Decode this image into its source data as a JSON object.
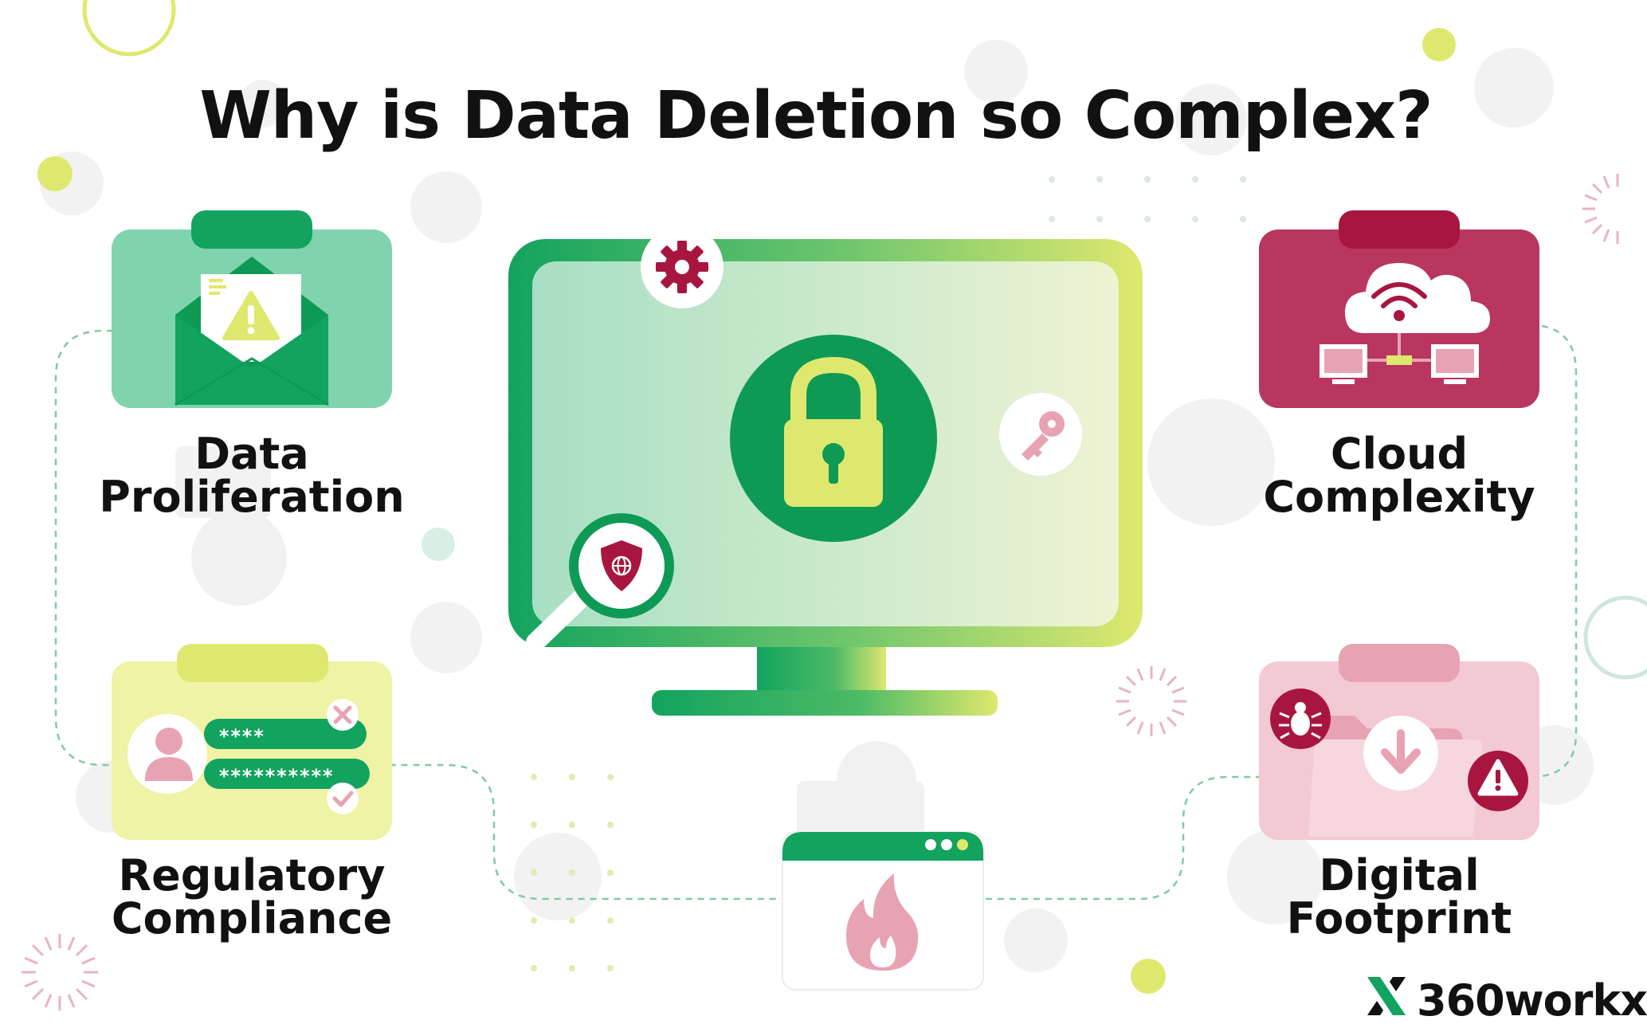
{
  "title": "Why is Data Deletion so Complex?",
  "items": [
    {
      "line1": "Data",
      "line2": "Proliferation",
      "icon": "envelope-warning-icon",
      "color": "#7fd3ad"
    },
    {
      "line1": "Cloud",
      "line2": "Complexity",
      "icon": "cloud-network-icon",
      "color": "#b8365f"
    },
    {
      "line1": "Regulatory",
      "line2": "Compliance",
      "icon": "user-credentials-icon",
      "color": "#eef3a6"
    },
    {
      "line1": "Digital",
      "line2": "Footprint",
      "icon": "folder-download-icon",
      "color": "#f3c9d3"
    }
  ],
  "passwords": {
    "short": "****",
    "long": "**********"
  },
  "brand": {
    "name": "360workx"
  },
  "colors": {
    "green": "#12a35e",
    "dark_green": "#0e9a55",
    "lime": "#dfe86e",
    "crimson": "#a8163f",
    "pink": "#e8a3b3"
  }
}
